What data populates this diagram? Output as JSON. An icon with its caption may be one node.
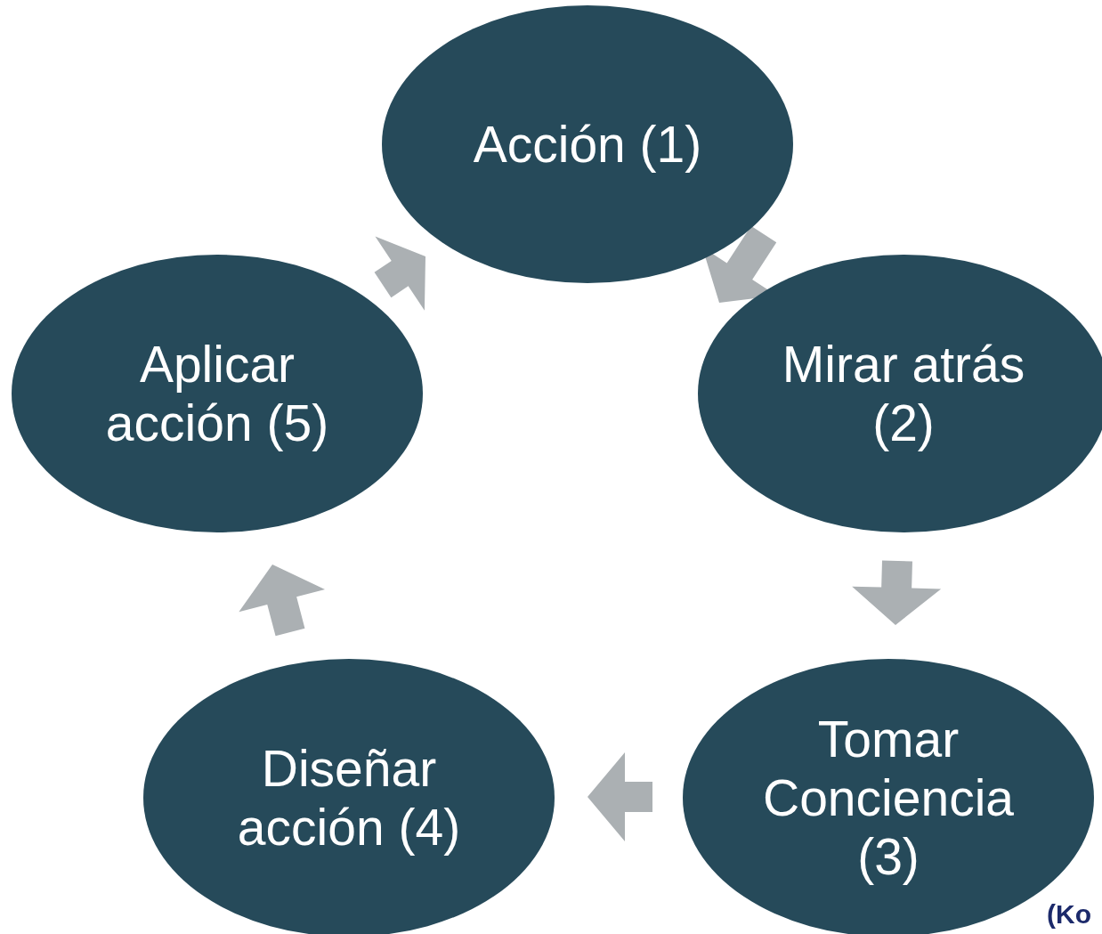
{
  "diagram": {
    "nodes": [
      {
        "text": [
          "Acción (1)"
        ]
      },
      {
        "text": [
          "Mirar atrás (2)"
        ]
      },
      {
        "text": [
          "Tomar Conciencia (3)"
        ]
      },
      {
        "text": [
          "Diseñar acción (4)"
        ]
      },
      {
        "text": [
          "Aplicar acción (5)"
        ]
      }
    ],
    "edges": [
      {
        "from": 0,
        "to": 1,
        "arrow": "to",
        "style": "thick"
      },
      {
        "from": 1,
        "to": 2,
        "arrow": "to",
        "style": "thick"
      },
      {
        "from": 2,
        "to": 3,
        "arrow": "to",
        "style": "thick"
      },
      {
        "from": 3,
        "to": 4,
        "arrow": "to",
        "style": "thick"
      },
      {
        "from": 4,
        "to": 0,
        "arrow": "to",
        "style": "thick"
      }
    ],
    "labels": [
      "(Ko"
    ]
  }
}
